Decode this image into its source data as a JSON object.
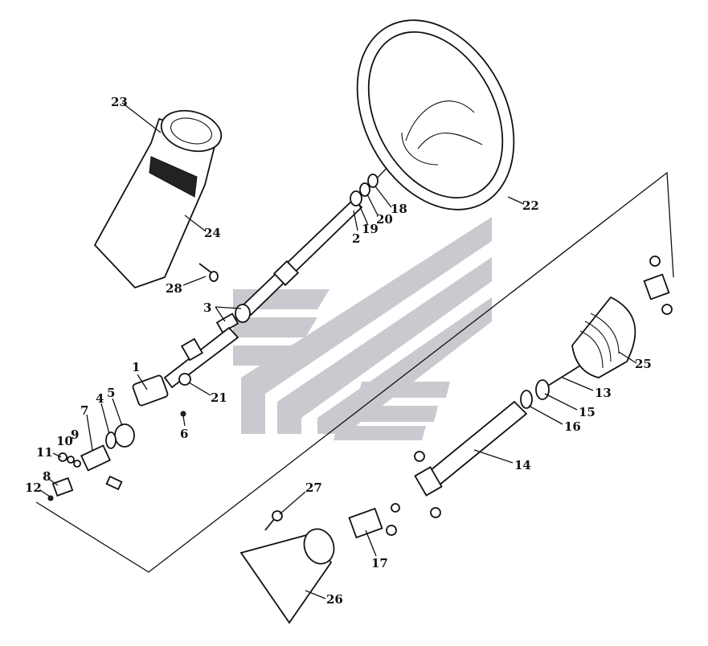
{
  "diagram": {
    "colors": {
      "ink": "#111111",
      "watermark": "#c9c9cf",
      "background": "#ffffff"
    },
    "callouts": [
      {
        "id": "1",
        "text": "1"
      },
      {
        "id": "2",
        "text": "2"
      },
      {
        "id": "3",
        "text": "3"
      },
      {
        "id": "4",
        "text": "4"
      },
      {
        "id": "5",
        "text": "5"
      },
      {
        "id": "6",
        "text": "6"
      },
      {
        "id": "7",
        "text": "7"
      },
      {
        "id": "8",
        "text": "8"
      },
      {
        "id": "9",
        "text": "9"
      },
      {
        "id": "10",
        "text": "10"
      },
      {
        "id": "11",
        "text": "11"
      },
      {
        "id": "12",
        "text": "12"
      },
      {
        "id": "13",
        "text": "13"
      },
      {
        "id": "14",
        "text": "14"
      },
      {
        "id": "15",
        "text": "15"
      },
      {
        "id": "16",
        "text": "16"
      },
      {
        "id": "17",
        "text": "17"
      },
      {
        "id": "18",
        "text": "18"
      },
      {
        "id": "19",
        "text": "19"
      },
      {
        "id": "20",
        "text": "20"
      },
      {
        "id": "21",
        "text": "21"
      },
      {
        "id": "22",
        "text": "22"
      },
      {
        "id": "23",
        "text": "23"
      },
      {
        "id": "24",
        "text": "24"
      },
      {
        "id": "25",
        "text": "25"
      },
      {
        "id": "26",
        "text": "26"
      },
      {
        "id": "27",
        "text": "27"
      },
      {
        "id": "28",
        "text": "28"
      }
    ],
    "parts": {
      "steering_wheel": "steering-wheel",
      "upper_shaft": "upper-steering-shaft",
      "column_shroud": "column-shroud",
      "lower_shaft": "lower-intermediate-shaft",
      "boot": "dust-boot",
      "floor_seal": "floor-seal"
    }
  }
}
